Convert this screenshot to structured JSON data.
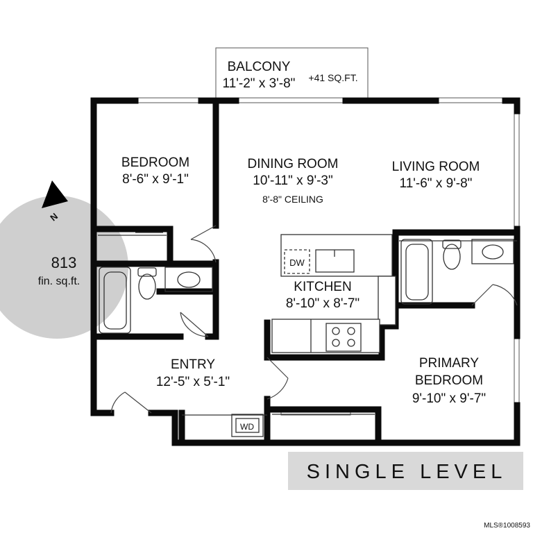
{
  "rooms": {
    "balcony": {
      "name": "BALCONY",
      "dims": "11'-2\" x 3'-8\"",
      "extra": "+41 SQ.FT."
    },
    "bedroom": {
      "name": "BEDROOM",
      "dims": "8'-6\" x 9'-1\""
    },
    "dining": {
      "name": "DINING ROOM",
      "dims": "10'-11\" x 9'-3\"",
      "note": "8'-8\" CEILING"
    },
    "living": {
      "name": "LIVING ROOM",
      "dims": "11'-6\" x 9'-8\""
    },
    "kitchen": {
      "name": "KITCHEN",
      "dims": "8'-10\" x 8'-7\""
    },
    "entry": {
      "name": "ENTRY",
      "dims": "12'-5\" x 5'-1\""
    },
    "primary": {
      "name_line1": "PRIMARY",
      "name_line2": "BEDROOM",
      "dims": "9'-10\" x 9'-7\""
    }
  },
  "appliances": {
    "dishwasher": "DW",
    "washer_dryer": "WD"
  },
  "compass": {
    "direction": "N",
    "area_value": "813",
    "area_unit": "fin. sq.ft."
  },
  "banner": {
    "text": "SINGLE LEVEL"
  },
  "footer": {
    "listing_id": "MLS®1008593"
  },
  "colors": {
    "wall": "#0a0a0a",
    "compass_circle": "#cfcfcf",
    "banner_bg": "#d9d9d9"
  }
}
